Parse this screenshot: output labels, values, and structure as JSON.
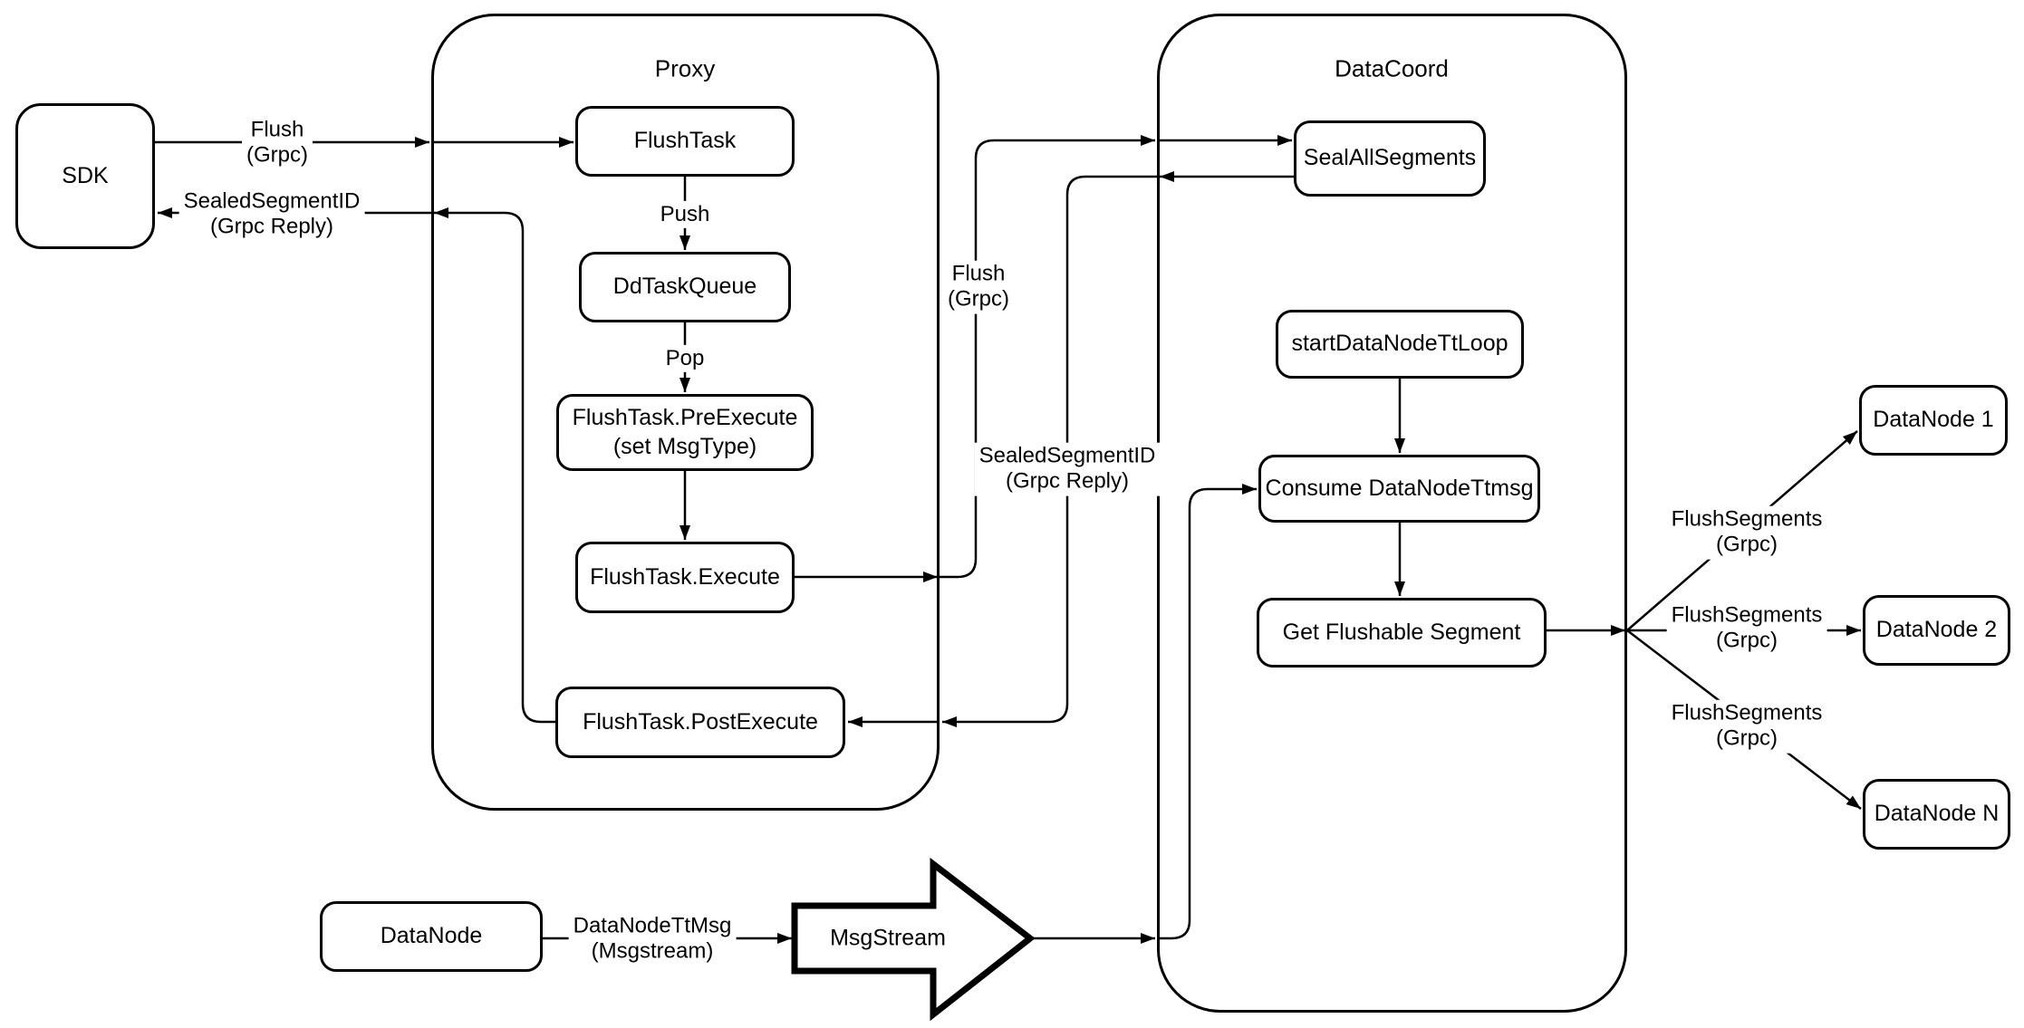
{
  "diagram": {
    "background_color": "#ffffff",
    "line_color": "#000000",
    "containers": {
      "proxy": {
        "title": "Proxy"
      },
      "datacoord": {
        "title": "DataCoord"
      }
    },
    "nodes": {
      "sdk": {
        "label": "SDK"
      },
      "flush_task": {
        "label": "FlushTask"
      },
      "dd_task_queue": {
        "label": "DdTaskQueue"
      },
      "pre_execute": {
        "line1": "FlushTask.PreExecute",
        "line2": "(set MsgType)"
      },
      "execute": {
        "label": "FlushTask.Execute"
      },
      "post_execute": {
        "label": "FlushTask.PostExecute"
      },
      "seal_all_segments": {
        "label": "SealAllSegments"
      },
      "start_data_node_tt_loop": {
        "label": "startDataNodeTtLoop"
      },
      "consume_data_node_ttmsg": {
        "label": "Consume DataNodeTtmsg"
      },
      "get_flushable_segment": {
        "label": "Get Flushable Segment"
      },
      "data_node_1": {
        "label": "DataNode 1"
      },
      "data_node_2": {
        "label": "DataNode 2"
      },
      "data_node_n": {
        "label": "DataNode N"
      },
      "data_node": {
        "label": "DataNode"
      },
      "msg_stream": {
        "label": "MsgStream"
      }
    },
    "edge_labels": {
      "flush_sdk_proxy": {
        "line1": "Flush",
        "line2": "(Grpc)"
      },
      "sealed_proxy_sdk": {
        "line1": "SealedSegmentID",
        "line2": "(Grpc Reply)"
      },
      "push": {
        "label": "Push"
      },
      "pop": {
        "label": "Pop"
      },
      "flush_proxy_datacoord": {
        "line1": "Flush",
        "line2": "(Grpc)"
      },
      "sealed_datacoord_proxy": {
        "line1": "SealedSegmentID",
        "line2": "(Grpc Reply)"
      },
      "flush_segments_1": {
        "line1": "FlushSegments",
        "line2": "(Grpc)"
      },
      "flush_segments_2": {
        "line1": "FlushSegments",
        "line2": "(Grpc)"
      },
      "flush_segments_3": {
        "line1": "FlushSegments",
        "line2": "(Grpc)"
      },
      "data_node_tt_msg": {
        "line1": "DataNodeTtMsg",
        "line2": "(Msgstream)"
      }
    },
    "edges": [
      {
        "from": "SDK",
        "to": "FlushTask",
        "label": "Flush (Grpc)"
      },
      {
        "from": "FlushTask",
        "to": "DdTaskQueue",
        "label": "Push"
      },
      {
        "from": "DdTaskQueue",
        "to": "FlushTask.PreExecute (set MsgType)",
        "label": "Pop"
      },
      {
        "from": "FlushTask.PreExecute (set MsgType)",
        "to": "FlushTask.Execute",
        "label": ""
      },
      {
        "from": "FlushTask.Execute",
        "to": "SealAllSegments",
        "label": "Flush (Grpc)"
      },
      {
        "from": "SealAllSegments",
        "to": "FlushTask.PostExecute",
        "label": "SealedSegmentID (Grpc Reply)"
      },
      {
        "from": "FlushTask.PostExecute",
        "to": "SDK",
        "label": "SealedSegmentID (Grpc Reply)"
      },
      {
        "from": "startDataNodeTtLoop",
        "to": "Consume DataNodeTtmsg",
        "label": ""
      },
      {
        "from": "Consume DataNodeTtmsg",
        "to": "Get Flushable Segment",
        "label": ""
      },
      {
        "from": "Get Flushable Segment",
        "to": "DataNode 1",
        "label": "FlushSegments (Grpc)"
      },
      {
        "from": "Get Flushable Segment",
        "to": "DataNode 2",
        "label": "FlushSegments (Grpc)"
      },
      {
        "from": "Get Flushable Segment",
        "to": "DataNode N",
        "label": "FlushSegments (Grpc)"
      },
      {
        "from": "DataNode",
        "to": "MsgStream",
        "label": "DataNodeTtMsg (Msgstream)"
      },
      {
        "from": "MsgStream",
        "to": "Consume DataNodeTtmsg",
        "label": ""
      }
    ]
  }
}
